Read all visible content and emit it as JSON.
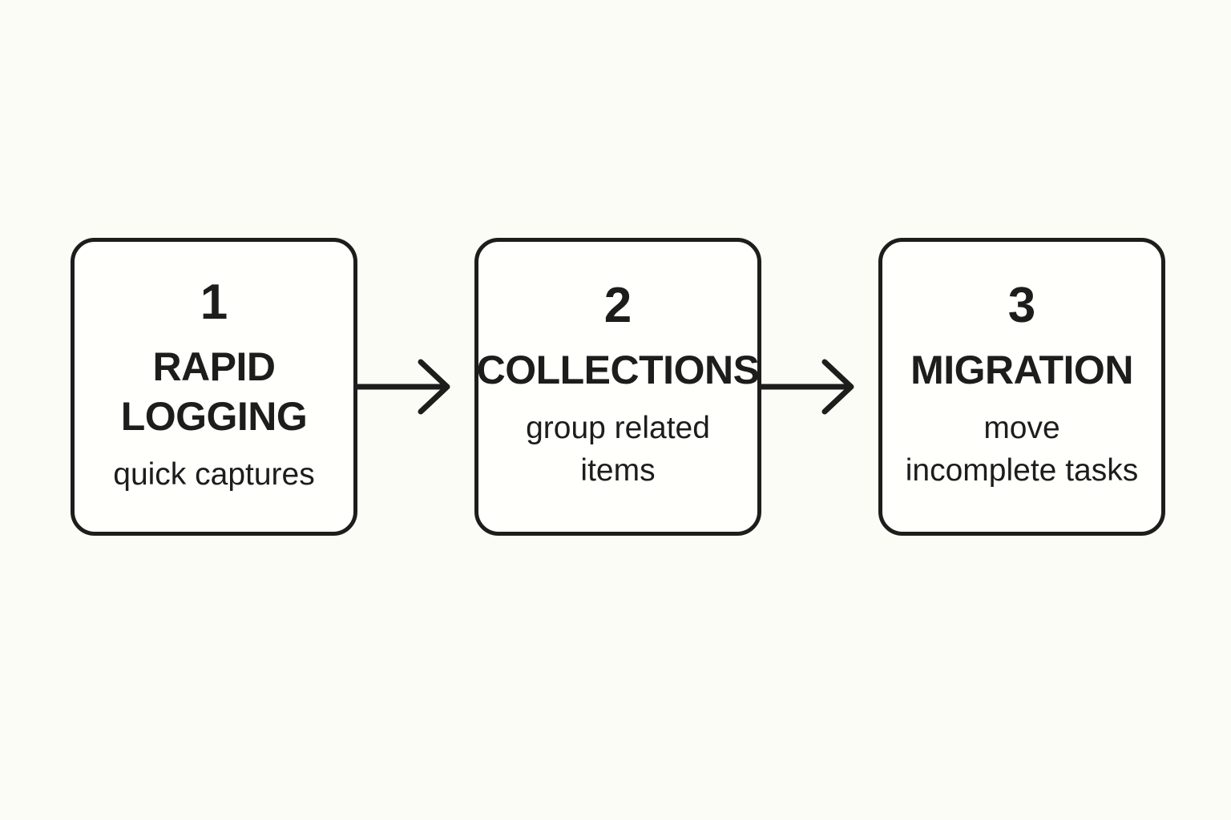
{
  "colors": {
    "background": "#fcfcf6",
    "card_fill": "#fffffc",
    "ink": "#1d1d1b"
  },
  "diagram": {
    "steps": [
      {
        "number": "1",
        "title": "RAPID\nLOGGING",
        "subtitle": "quick captures"
      },
      {
        "number": "2",
        "title": "COLLECTIONS",
        "subtitle": "group related\nitems"
      },
      {
        "number": "3",
        "title": "MIGRATION",
        "subtitle": "move\nincomplete tasks"
      }
    ],
    "connector_icon": "arrow-right"
  }
}
